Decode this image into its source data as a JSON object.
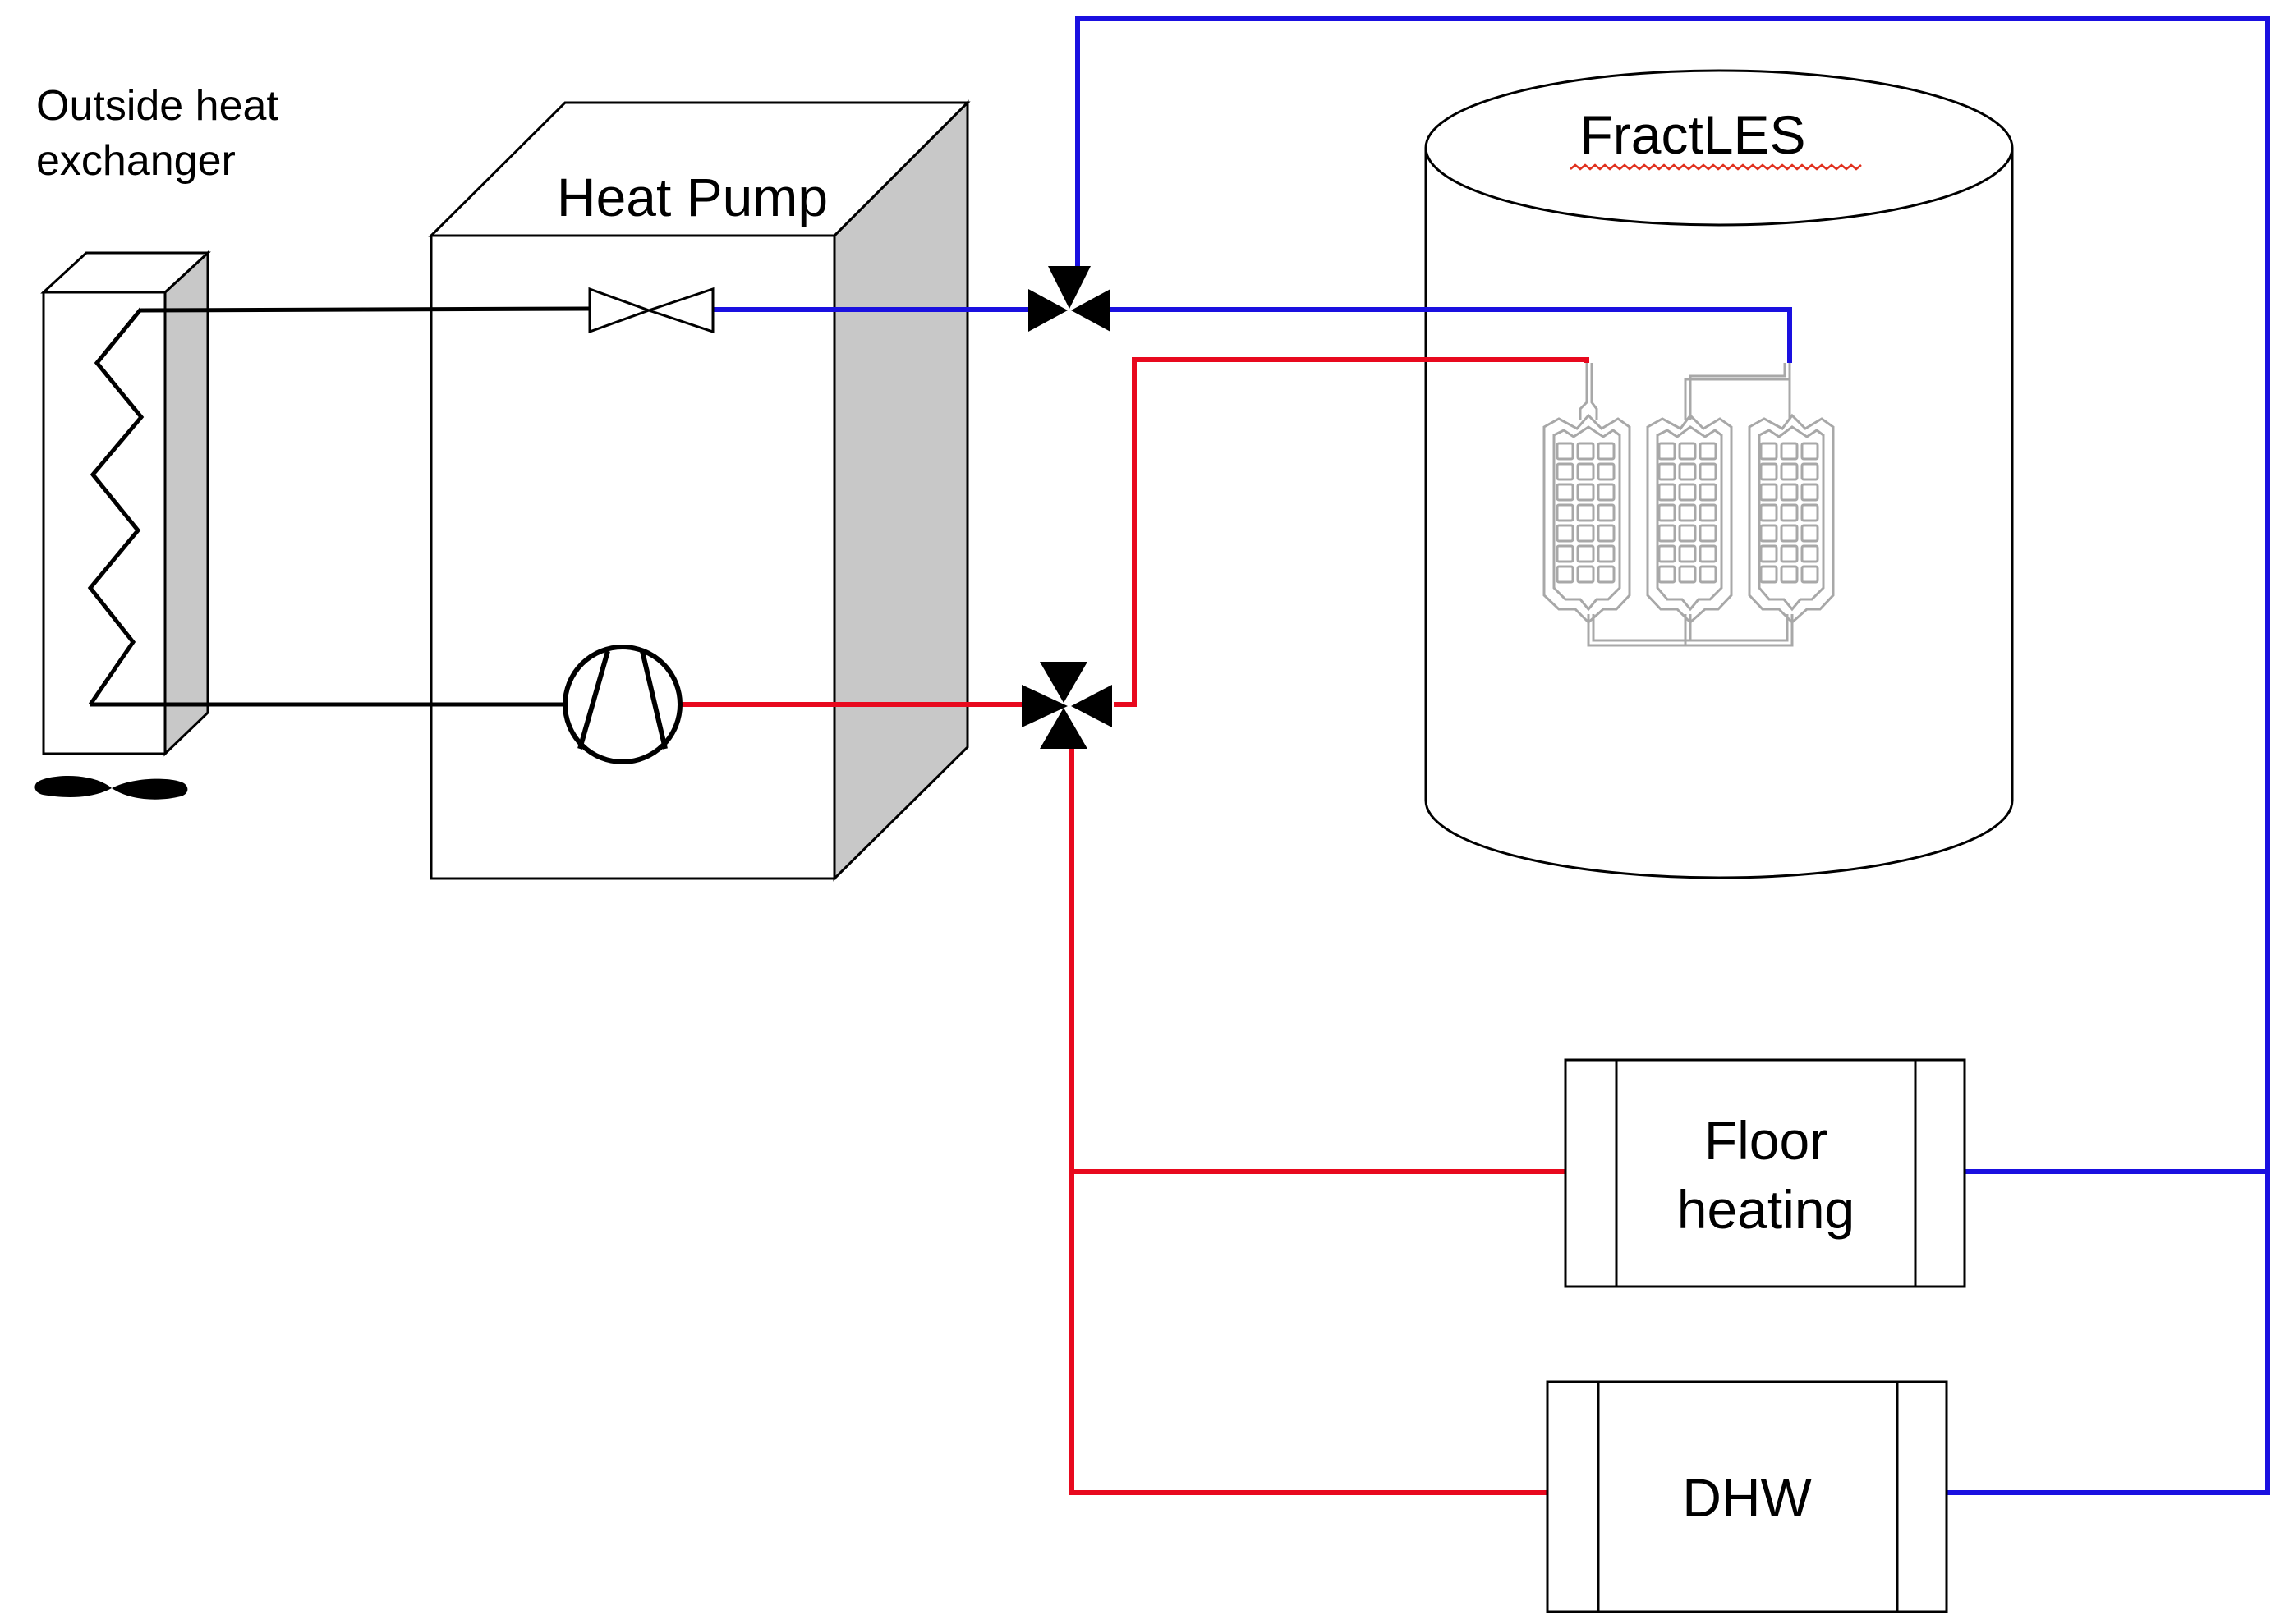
{
  "colors": {
    "hot_line": "#e8091e",
    "cold_line": "#1a10e0",
    "refrigerant_line": "#000000",
    "shade": "#c8c8c8",
    "hex_tube": "#a8a8a8"
  },
  "labels": {
    "outside_hx_line1": "Outside heat",
    "outside_hx_line2": "exchanger",
    "heat_pump": "Heat Pump",
    "storage": "FractLES",
    "floor_heating_line1": "Floor",
    "floor_heating_line2": "heating",
    "dhw": "DHW"
  }
}
